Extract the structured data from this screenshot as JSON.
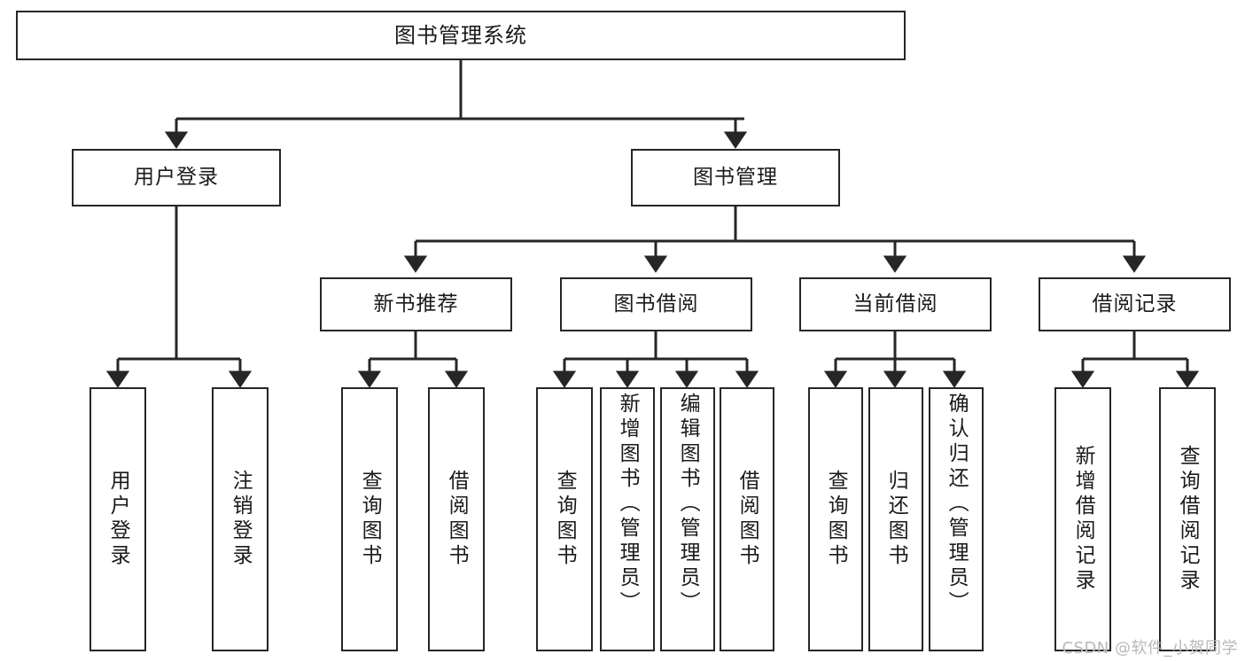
{
  "diagram": {
    "title": "图书管理系统",
    "type": "tree",
    "watermark": "CSDN @软件_小贺同学",
    "colors": {
      "box_border": "#262626",
      "box_fill": "#ffffff",
      "edge": "#262626",
      "text": "#1a1a1a",
      "watermark": "#b9b9b9",
      "background": "#ffffff"
    },
    "root": {
      "label": "图书管理系统"
    },
    "level2": [
      {
        "label": "用户登录"
      },
      {
        "label": "图书管理"
      }
    ],
    "level3": [
      {
        "label": "新书推荐"
      },
      {
        "label": "图书借阅"
      },
      {
        "label": "当前借阅"
      },
      {
        "label": "借阅记录"
      }
    ],
    "leaves": {
      "user_login": [
        {
          "label": "用户登录"
        },
        {
          "label": "注销登录"
        }
      ],
      "new_book": [
        {
          "label": "查询图书"
        },
        {
          "label": "借阅图书"
        }
      ],
      "book_borrow": [
        {
          "label": "查询图书"
        },
        {
          "label": "新增图书（管理员）"
        },
        {
          "label": "编辑图书（管理员）"
        },
        {
          "label": "借阅图书"
        }
      ],
      "current_borrow": [
        {
          "label": "查询图书"
        },
        {
          "label": "归还图书"
        },
        {
          "label": "确认归还（管理员）"
        }
      ],
      "borrow_record": [
        {
          "label": "新增借阅记录"
        },
        {
          "label": "查询借阅记录"
        }
      ]
    }
  }
}
